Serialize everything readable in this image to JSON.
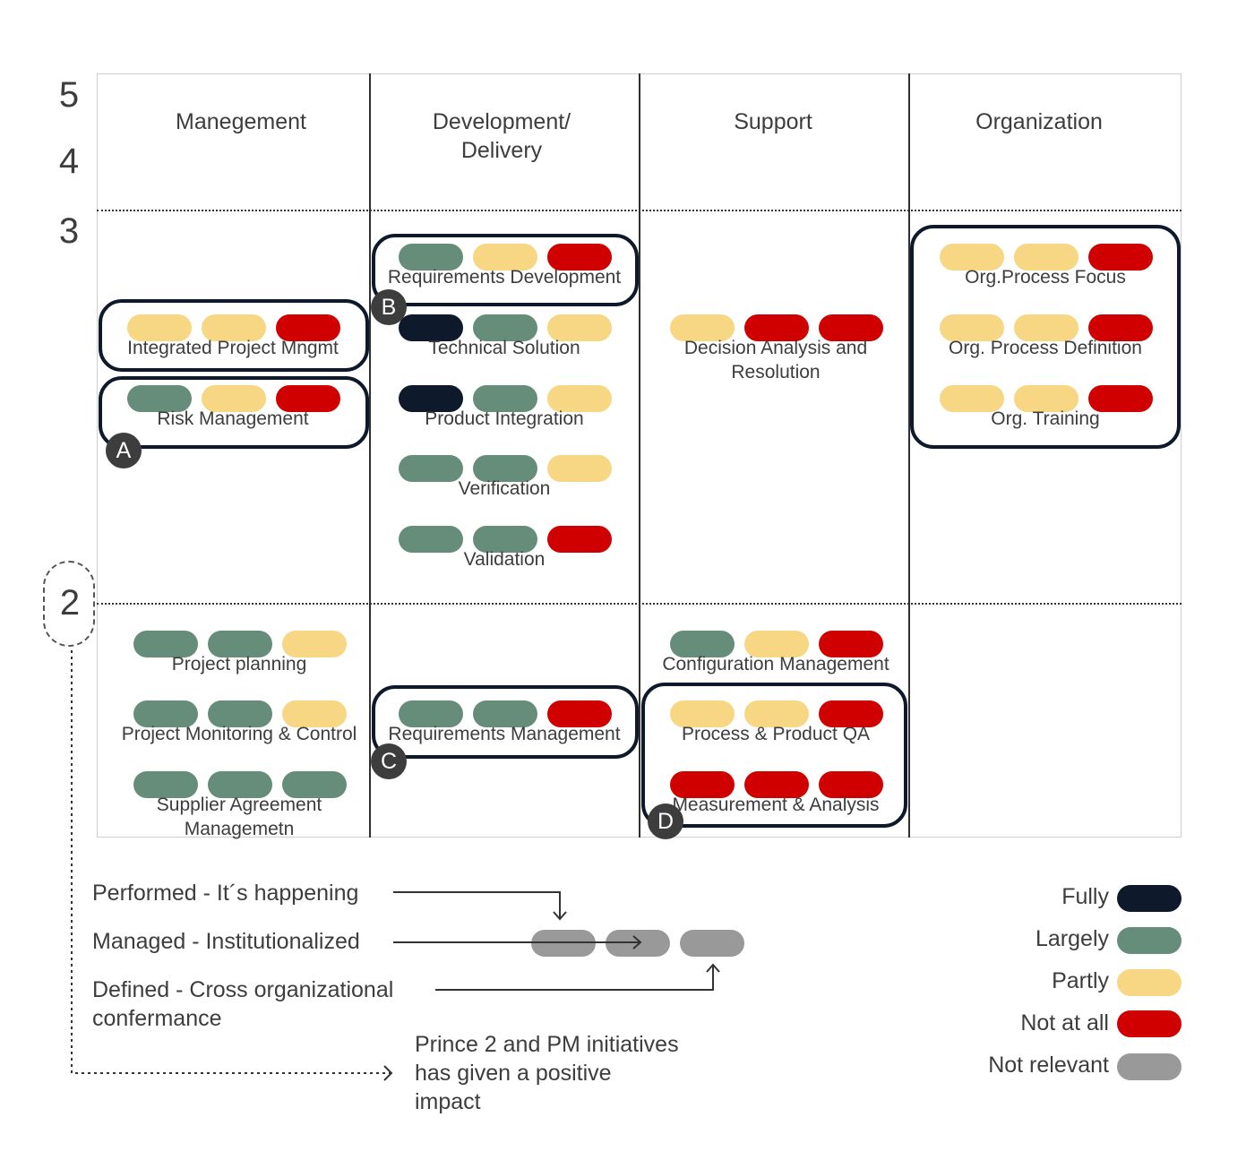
{
  "status_colors": {
    "fully": "#0e1a2b",
    "largely": "#668c7a",
    "partly": "#f7d784",
    "not_at_all": "#d10000",
    "not_relevant": "#999999"
  },
  "levels": [
    "5",
    "4",
    "3",
    "2"
  ],
  "columns": [
    "Manegement",
    "Development/\nDelivery",
    "Support",
    "Organization"
  ],
  "processes": {
    "integrated_project_mngmt": {
      "label": "Integrated Project Mngmt",
      "ratings": [
        "partly",
        "partly",
        "not_at_all"
      ]
    },
    "risk_management": {
      "label": "Risk Management",
      "ratings": [
        "largely",
        "partly",
        "not_at_all"
      ]
    },
    "requirements_development": {
      "label": "Requirements Development",
      "ratings": [
        "largely",
        "partly",
        "not_at_all"
      ]
    },
    "technical_solution": {
      "label": "Technical Solution",
      "ratings": [
        "fully",
        "largely",
        "partly"
      ]
    },
    "product_integration": {
      "label": "Product Integration",
      "ratings": [
        "fully",
        "largely",
        "partly"
      ]
    },
    "verification": {
      "label": "Verification",
      "ratings": [
        "largely",
        "largely",
        "partly"
      ]
    },
    "validation": {
      "label": "Validation",
      "ratings": [
        "largely",
        "largely",
        "not_at_all"
      ]
    },
    "decision_analysis": {
      "label": "Decision Analysis and\nResolution",
      "ratings": [
        "partly",
        "not_at_all",
        "not_at_all"
      ]
    },
    "org_process_focus": {
      "label": "Org.Process Focus",
      "ratings": [
        "partly",
        "partly",
        "not_at_all"
      ]
    },
    "org_process_definition": {
      "label": "Org. Process Definition",
      "ratings": [
        "partly",
        "partly",
        "not_at_all"
      ]
    },
    "org_training": {
      "label": "Org. Training",
      "ratings": [
        "partly",
        "partly",
        "not_at_all"
      ]
    },
    "project_planning": {
      "label": "Project planning",
      "ratings": [
        "largely",
        "largely",
        "partly"
      ]
    },
    "project_monitoring": {
      "label": "Project Monitoring & Control",
      "ratings": [
        "largely",
        "largely",
        "partly"
      ]
    },
    "supplier_agreement": {
      "label": "Supplier Agreement\nManagemetn",
      "ratings": [
        "largely",
        "largely",
        "largely"
      ]
    },
    "requirements_management": {
      "label": "Requirements Management",
      "ratings": [
        "largely",
        "largely",
        "not_at_all"
      ]
    },
    "configuration_management": {
      "label": "Configuration Management",
      "ratings": [
        "largely",
        "partly",
        "not_at_all"
      ]
    },
    "process_product_qa": {
      "label": "Process & Product QA",
      "ratings": [
        "partly",
        "partly",
        "not_at_all"
      ]
    },
    "measurement_analysis": {
      "label": "Measurement & Analysis",
      "ratings": [
        "not_at_all",
        "not_at_all",
        "not_at_all"
      ]
    }
  },
  "badges": {
    "a": "A",
    "b": "B",
    "c": "C",
    "d": "D"
  },
  "explanation": {
    "performed": "Performed - It´s happening",
    "managed": "Managed - Institutionalized",
    "defined": "Defined - Cross organizational\nconfermance",
    "example_ratings": [
      "not_relevant",
      "not_relevant",
      "not_relevant"
    ]
  },
  "note": "Prince 2 and PM initiatives\nhas given a positive\nimpact",
  "legend": [
    {
      "label": "Fully",
      "rating": "fully"
    },
    {
      "label": "Largely",
      "rating": "largely"
    },
    {
      "label": "Partly",
      "rating": "partly"
    },
    {
      "label": "Not at all",
      "rating": "not_at_all"
    },
    {
      "label": "Not relevant",
      "rating": "not_relevant"
    }
  ]
}
